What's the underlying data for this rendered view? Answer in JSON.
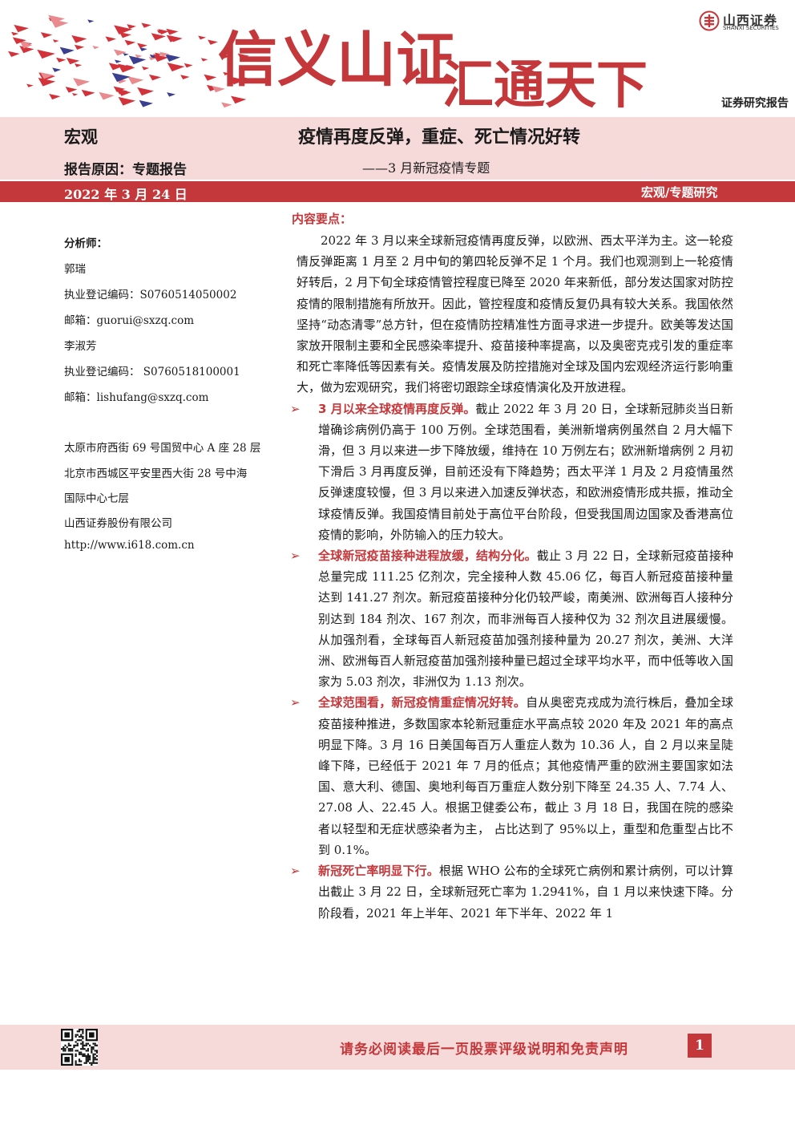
{
  "header": {
    "slogan_left": "信义山证",
    "slogan_right": "汇通天下",
    "logo_name": "山西证券",
    "logo_en": "SHANXI SECURITIES",
    "report_type": "证券研究报告",
    "colors": {
      "brand_red": "#c4383b",
      "band_pink": "#f6dada"
    }
  },
  "title_band": {
    "sector": "宏观",
    "title": "疫情再度反弹，重症、死亡情况好转",
    "reason": "报告原因：专题报告",
    "subtitle": "——3 月新冠疫情专题"
  },
  "date_bar": {
    "date": "2022 年 3 月 24 日",
    "category": "宏观/专题研究"
  },
  "sidebar": {
    "analyst_label": "分析师：",
    "analyst1_name": "郭瑞",
    "analyst1_cert": "执业登记编码：S0760514050002",
    "analyst1_email": "邮箱：guorui@sxzq.com",
    "analyst2_name": "李淑芳",
    "analyst2_cert": "执业登记编码：  S0760518100001",
    "analyst2_email": "邮箱：lishufang@sxzq.com",
    "address1": "太原市府西街 69 号国贸中心 A 座 28 层",
    "address2_line1": "北京市西城区平安里西大街 28 号中海",
    "address2_line2": "国际中心七层",
    "company": "山西证券股份有限公司",
    "website": "http://www.i618.com.cn"
  },
  "content": {
    "section_title": "内容要点：",
    "intro": "2022 年 3 月以来全球新冠疫情再度反弹，以欧洲、西太平洋为主。这一轮疫情反弹距离 1 月至 2 月中旬的第四轮反弹不足 1 个月。我们也观测到上一轮疫情好转后，2 月下旬全球疫情管控程度已降至 2020 年来新低，部分发达国家对防控疫情的限制措施有所放开。因此，管控程度和疫情反复仍具有较大关系。我国依然坚持“动态清零”总方针，但在疫情防控精准性方面寻求进一步提升。欧美等发达国家放开限制主要和全民感染率提升、疫苗接种率提高，以及奥密克戎引发的重症率和死亡率降低等因素有关。疫情发展及防控措施对全球及国内宏观经济运行影响重大，做为宏观研究，我们将密切跟踪全球疫情演化及开放进程。",
    "bullets": [
      {
        "lead": "3 月以来全球疫情再度反弹。",
        "text": "截止 2022 年 3 月 20 日，全球新冠肺炎当日新增确诊病例仍高于 100 万例。全球范围看，美洲新增病例虽然自 2 月大幅下滑，但 3 月以来进一步下降放缓，维持在 10 万例左右；欧洲新增病例 2 月初下滑后 3 月再度反弹，目前还没有下降趋势；西太平洋 1 月及 2 月疫情虽然反弹速度较慢，但 3 月以来进入加速反弹状态，和欧洲疫情形成共振，推动全球疫情反弹。我国疫情目前处于高位平台阶段，但受我国周边国家及香港高位疫情的影响，外防输入的压力较大。"
      },
      {
        "lead": "全球新冠疫苗接种进程放缓，结构分化。",
        "text": "截止 3 月 22 日，全球新冠疫苗接种总量完成 111.25 亿剂次，完全接种人数 45.06 亿，每百人新冠疫苗接种量达到 141.27 剂次。新冠疫苗接种分化仍较严峻，南美洲、欧洲每百人接种分别达到 184 剂次、167 剂次，而非洲每百人接种仅为 32 剂次且进展缓慢。从加强剂看，全球每百人新冠疫苗加强剂接种量为 20.27 剂次，美洲、大洋洲、欧洲每百人新冠疫苗加强剂接种量已超过全球平均水平，而中低等收入国家为 5.03 剂次，非洲仅为 1.13 剂次。"
      },
      {
        "lead": "全球范围看，新冠疫情重症情况好转。",
        "text": "自从奥密克戎成为流行株后，叠加全球疫苗接种推进，多数国家本轮新冠重症水平高点较 2020 年及 2021 年的高点明显下降。3 月 16 日美国每百万人重症人数为 10.36 人，自 2 月以来呈陡峰下降，已经低于 2021 年 7 月的低点；其他疫情严重的欧洲主要国家如法国、意大利、德国、奥地利每百万重症人数分别下降至 24.35 人、7.74 人、27.08 人、22.45 人。根据卫健委公布，截止 3 月 18 日，我国在院的感染者以轻型和无症状感染者为主， 占比达到了 95%以上，重型和危重型占比不到 0.1%。"
      },
      {
        "lead": "新冠死亡率明显下行。",
        "text": "根据 WHO 公布的全球死亡病例和累计病例，可以计算出截止 3 月 22 日，全球新冠死亡率为 1.2941%，自 1 月以来快速下降。分阶段看，2021 年上半年、2021 年下半年、2022 年 1"
      }
    ]
  },
  "footer": {
    "note": "请务必阅读最后一页股票评级说明和免责声明",
    "page": "1"
  }
}
